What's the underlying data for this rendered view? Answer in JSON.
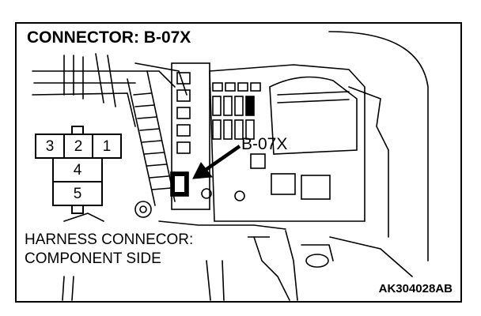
{
  "title": "CONNECTOR: B-07X",
  "callout_label": "B-07X",
  "harness": {
    "line1": "HARNESS CONNECOR:",
    "line2": "COMPONENT SIDE"
  },
  "figure_code": "AK304028AB",
  "connector_pins": [
    "3",
    "2",
    "1",
    "4",
    "5"
  ]
}
